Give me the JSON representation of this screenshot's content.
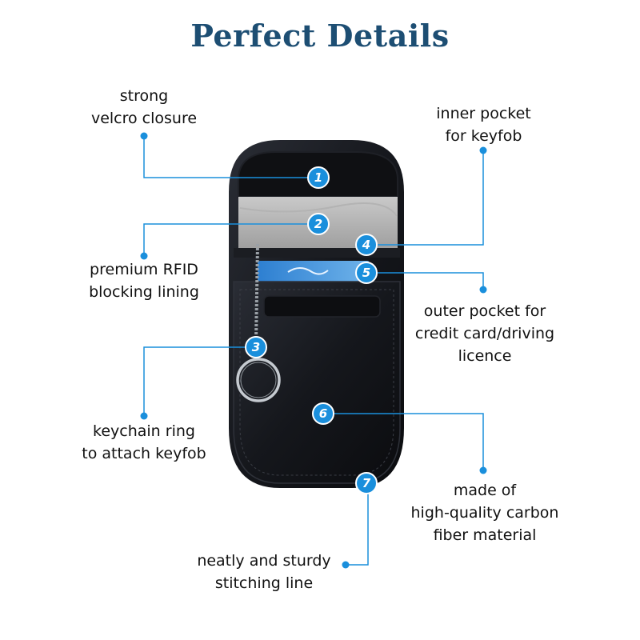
{
  "title": "Perfect Details",
  "accent_color": "#1a8fdc",
  "title_color": "#1d4e73",
  "callouts": [
    {
      "number": "1",
      "lines": [
        "strong",
        "velcro closure"
      ]
    },
    {
      "number": "2",
      "lines": [
        "premium RFID",
        "blocking lining"
      ]
    },
    {
      "number": "3",
      "lines": [
        "keychain ring",
        "to attach keyfob"
      ]
    },
    {
      "number": "4",
      "lines": [
        "inner pocket",
        "for keyfob"
      ]
    },
    {
      "number": "5",
      "lines": [
        "outer pocket for",
        "credit card/driving",
        "licence"
      ]
    },
    {
      "number": "6",
      "lines": [
        "made of",
        "high-quality carbon",
        "fiber material"
      ]
    },
    {
      "number": "7",
      "lines": [
        "neatly and sturdy",
        "stitching line"
      ]
    }
  ]
}
